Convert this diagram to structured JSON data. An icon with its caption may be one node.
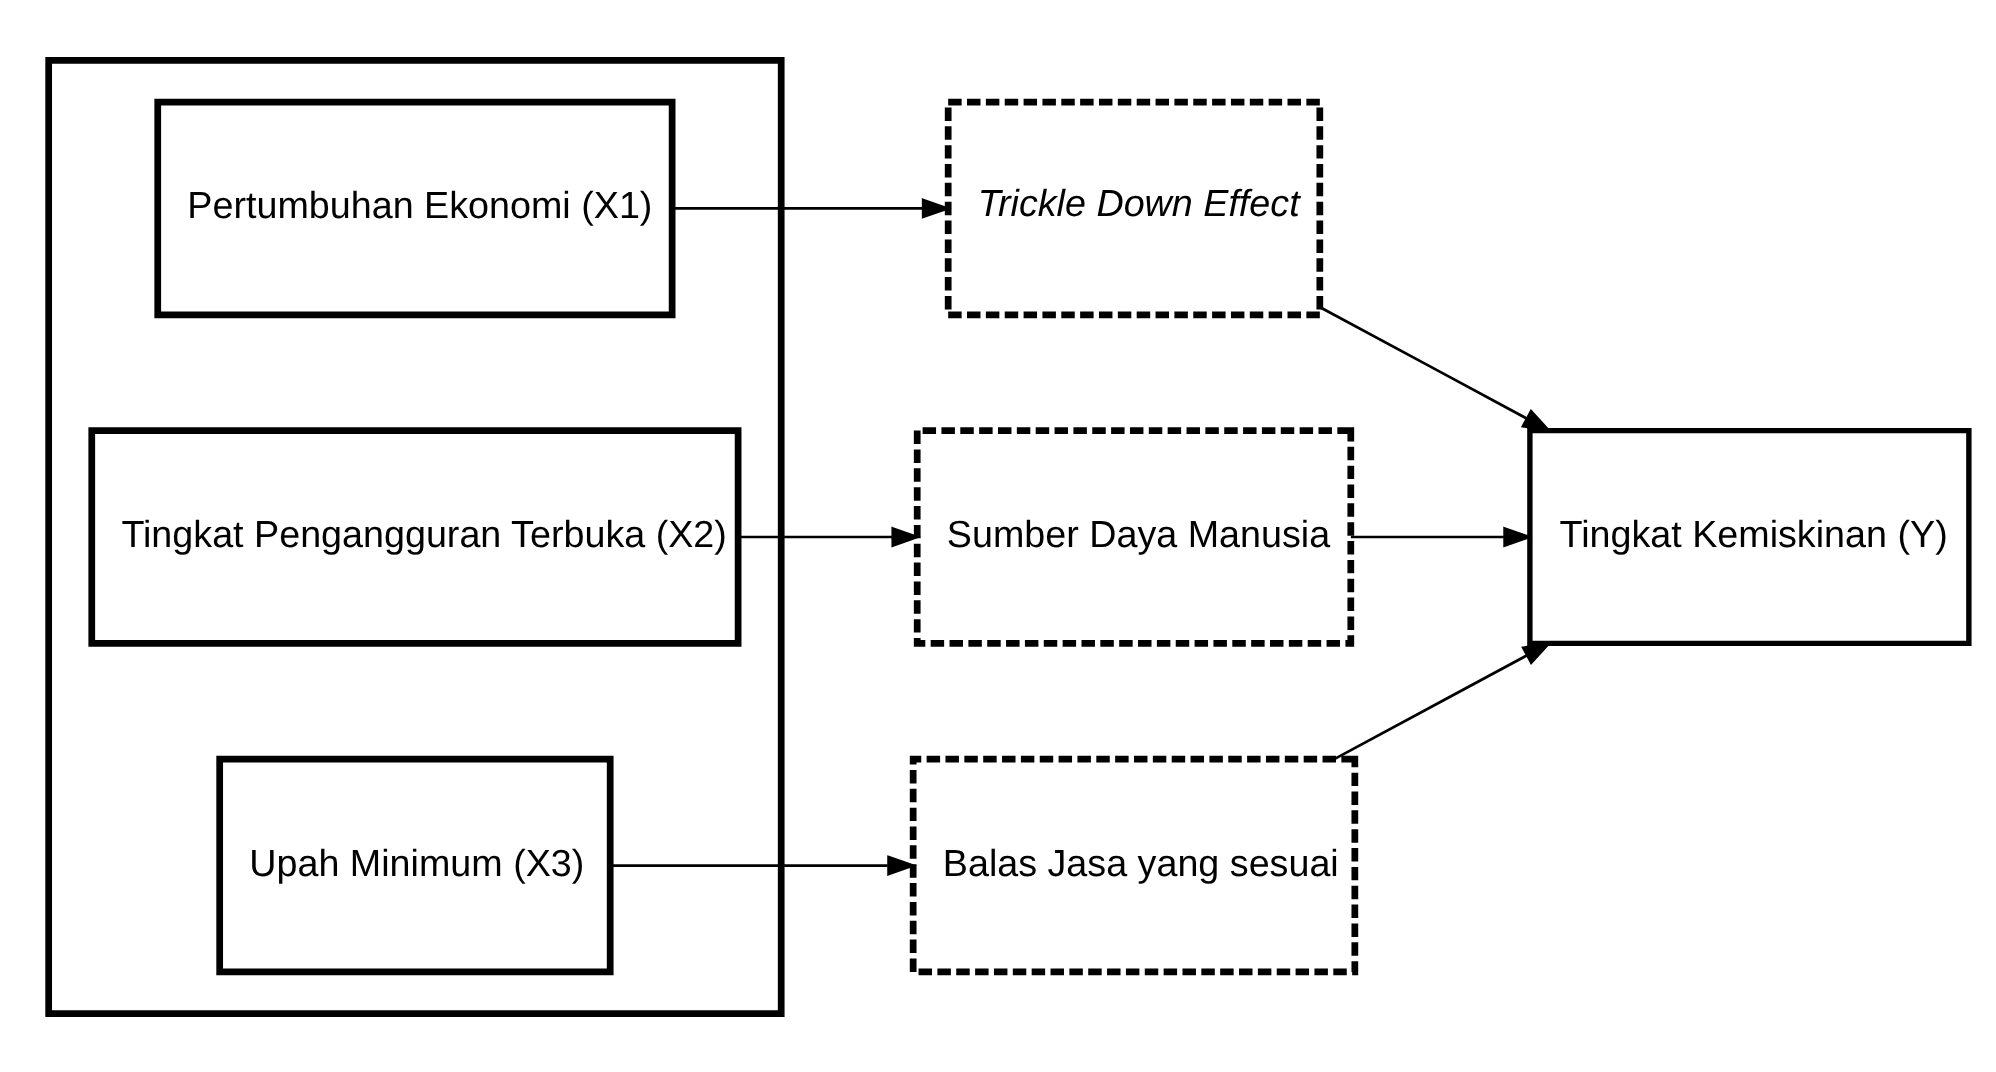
{
  "diagram": {
    "nodes": [
      {
        "text": [],
        "shape": "box"
      },
      {
        "text": [
          "Pertumbuhan Ekonomi (X1)"
        ],
        "in": 0
      },
      {
        "text": [
          "Tingkat Pengangguran Terbuka (X2)"
        ],
        "in": 0
      },
      {
        "text": [
          "Upah Minimum (X3)"
        ],
        "in": 0
      },
      {
        "text": [
          "Trickle Down Effect"
        ]
      },
      {
        "text": [
          "Sumber Daya Manusia"
        ]
      },
      {
        "text": [
          "Balas Jasa yang sesuai"
        ]
      },
      {
        "text": [
          "Tingkat Kemiskinan (Y)"
        ]
      }
    ],
    "edges": [
      {
        "from": 1,
        "to": 4,
        "arrow": "to"
      },
      {
        "from": 2,
        "to": 5,
        "arrow": "to"
      },
      {
        "from": 3,
        "to": 6,
        "arrow": "to"
      },
      {
        "from": 4,
        "to": 7,
        "arrow": "to"
      },
      {
        "from": 5,
        "to": 7,
        "arrow": "to"
      },
      {
        "from": 6,
        "to": 7,
        "arrow": "to"
      }
    ]
  }
}
